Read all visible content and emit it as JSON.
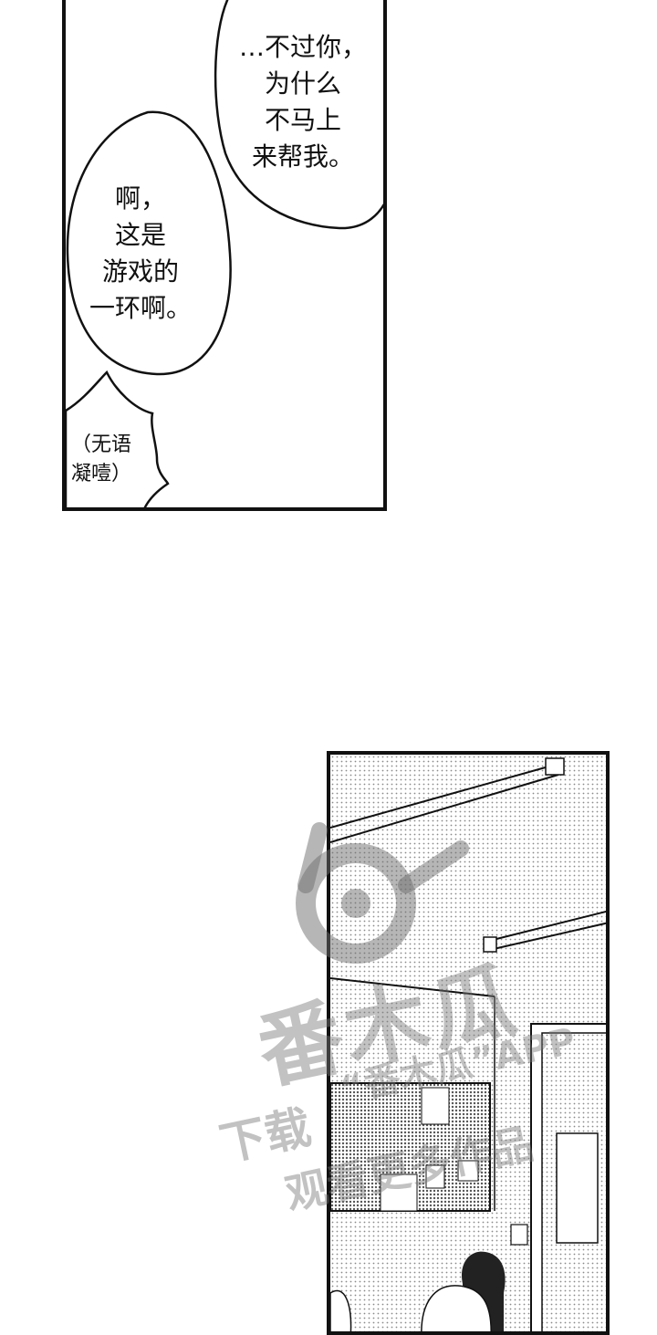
{
  "panel_top": {
    "bubble_right": [
      "…不过你，",
      "为什么",
      "不马上",
      "来帮我。"
    ],
    "bubble_left": [
      "啊，",
      "这是",
      "游戏的",
      "一环啊。"
    ],
    "aside": [
      "（无语",
      "凝噎）"
    ]
  },
  "watermark": {
    "logo": "番木瓜",
    "line1": "“番木瓜”APP",
    "line2": "下载",
    "line3": "观看更多作品"
  },
  "colors": {
    "ink": "#111111",
    "screentone": "#9a9a9a",
    "watermark": "#8a8a8a"
  }
}
